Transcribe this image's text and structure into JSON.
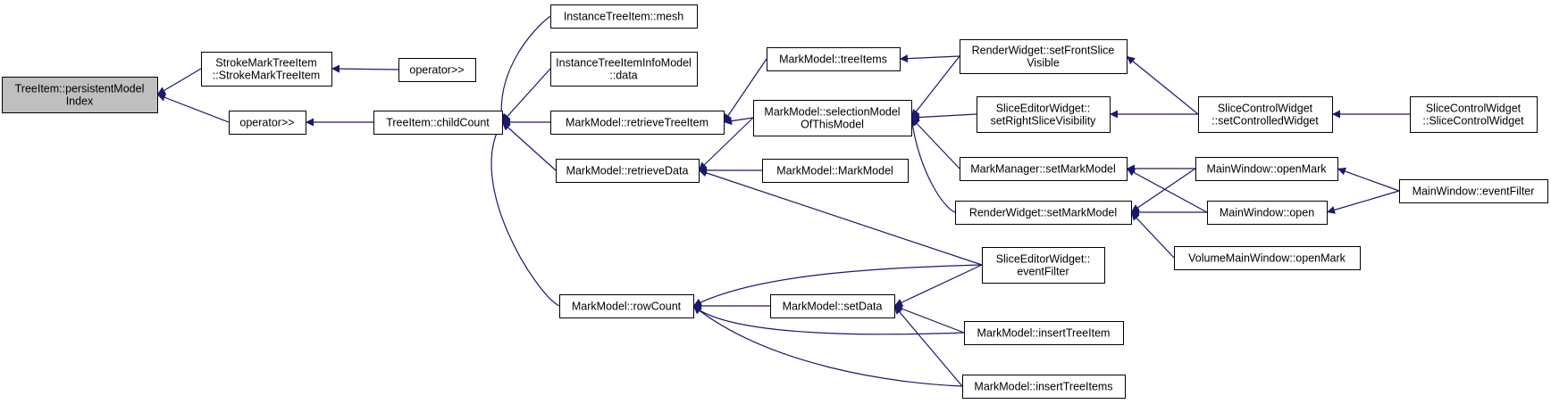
{
  "diagram": {
    "type": "call-graph",
    "nodes": [
      {
        "id": "n1",
        "lines": [
          "TreeItem::persistentModel",
          "Index"
        ],
        "highlight": true
      },
      {
        "id": "n2",
        "lines": [
          "StrokeMarkTreeItem",
          "::StrokeMarkTreeItem"
        ]
      },
      {
        "id": "n3",
        "lines": [
          "operator>>"
        ]
      },
      {
        "id": "n4",
        "lines": [
          "operator>>"
        ]
      },
      {
        "id": "n5",
        "lines": [
          "TreeItem::childCount"
        ]
      },
      {
        "id": "n6",
        "lines": [
          "InstanceTreeItem::mesh"
        ]
      },
      {
        "id": "n7",
        "lines": [
          "InstanceTreeItemInfoModel",
          "::data"
        ]
      },
      {
        "id": "n8",
        "lines": [
          "MarkModel::retrieveTreeItem"
        ]
      },
      {
        "id": "n9",
        "lines": [
          "MarkModel::retrieveData"
        ]
      },
      {
        "id": "n10",
        "lines": [
          "MarkModel::rowCount"
        ]
      },
      {
        "id": "n11",
        "lines": [
          "MarkModel::treeItems"
        ]
      },
      {
        "id": "n12",
        "lines": [
          "MarkModel::selectionModel",
          "OfThisModel"
        ]
      },
      {
        "id": "n13",
        "lines": [
          "MarkModel::MarkModel"
        ]
      },
      {
        "id": "n14",
        "lines": [
          "MarkModel::setData"
        ]
      },
      {
        "id": "n15",
        "lines": [
          "RenderWidget::setFrontSlice",
          "Visible"
        ]
      },
      {
        "id": "n16",
        "lines": [
          "SliceEditorWidget::",
          "setRightSliceVisibility"
        ]
      },
      {
        "id": "n17",
        "lines": [
          "MarkManager::setMarkModel"
        ]
      },
      {
        "id": "n18",
        "lines": [
          "RenderWidget::setMarkModel"
        ]
      },
      {
        "id": "n19",
        "lines": [
          "SliceEditorWidget::",
          "eventFilter"
        ]
      },
      {
        "id": "n20",
        "lines": [
          "MarkModel::insertTreeItem"
        ]
      },
      {
        "id": "n21",
        "lines": [
          "MarkModel::insertTreeItems"
        ]
      },
      {
        "id": "n22",
        "lines": [
          "SliceControlWidget",
          "::setControlledWidget"
        ]
      },
      {
        "id": "n23",
        "lines": [
          "MainWindow::openMark"
        ]
      },
      {
        "id": "n24",
        "lines": [
          "MainWindow::open"
        ]
      },
      {
        "id": "n25",
        "lines": [
          "VolumeMainWindow::openMark"
        ]
      },
      {
        "id": "n26",
        "lines": [
          "SliceControlWidget",
          "::SliceControlWidget"
        ]
      },
      {
        "id": "n27",
        "lines": [
          "MainWindow::eventFilter"
        ]
      }
    ],
    "edges": [
      [
        "n2",
        "n1"
      ],
      [
        "n4",
        "n1"
      ],
      [
        "n3",
        "n2"
      ],
      [
        "n5",
        "n4"
      ],
      [
        "n6",
        "n5"
      ],
      [
        "n7",
        "n5"
      ],
      [
        "n8",
        "n5"
      ],
      [
        "n9",
        "n5"
      ],
      [
        "n10",
        "n5"
      ],
      [
        "n11",
        "n8"
      ],
      [
        "n12",
        "n8"
      ],
      [
        "n12",
        "n9"
      ],
      [
        "n13",
        "n9"
      ],
      [
        "n19",
        "n9"
      ],
      [
        "n14",
        "n10"
      ],
      [
        "n19",
        "n10"
      ],
      [
        "n20",
        "n10"
      ],
      [
        "n21",
        "n10"
      ],
      [
        "n15",
        "n11"
      ],
      [
        "n15",
        "n12"
      ],
      [
        "n16",
        "n12"
      ],
      [
        "n17",
        "n12"
      ],
      [
        "n18",
        "n12"
      ],
      [
        "n19",
        "n14"
      ],
      [
        "n20",
        "n14"
      ],
      [
        "n21",
        "n14"
      ],
      [
        "n22",
        "n15"
      ],
      [
        "n22",
        "n16"
      ],
      [
        "n26",
        "n22"
      ],
      [
        "n23",
        "n17"
      ],
      [
        "n24",
        "n17"
      ],
      [
        "n23",
        "n18"
      ],
      [
        "n24",
        "n18"
      ],
      [
        "n25",
        "n18"
      ],
      [
        "n27",
        "n23"
      ],
      [
        "n27",
        "n24"
      ]
    ]
  }
}
